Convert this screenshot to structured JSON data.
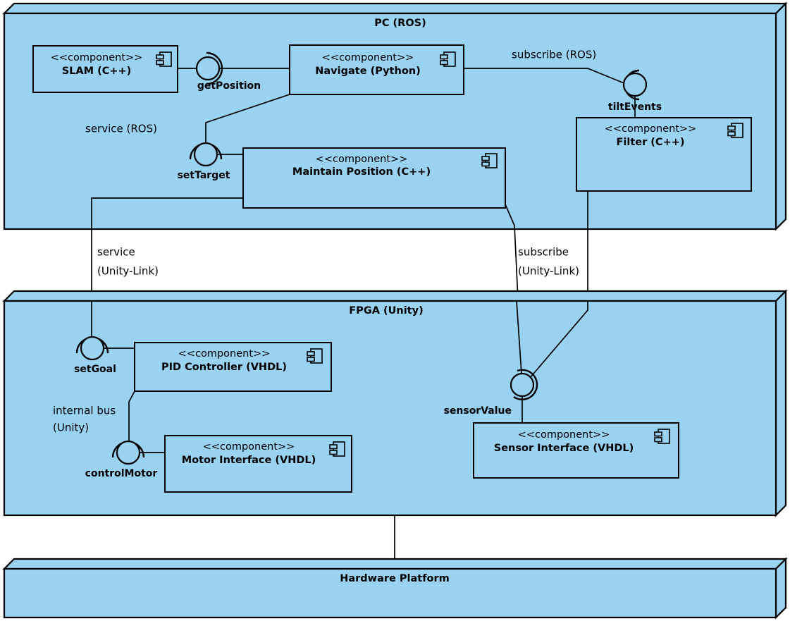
{
  "diagram": {
    "kind": "uml-component-deployment-diagram",
    "colors": {
      "node_fill": "#9ad2f2",
      "stroke": "#000000",
      "background": "#ffffff"
    },
    "stereotype": "<<component>>"
  },
  "nodes": [
    {
      "id": "pc",
      "title": "PC (ROS)"
    },
    {
      "id": "fpga",
      "title": "FPGA (Unity)"
    },
    {
      "id": "hardware",
      "title": "Hardware Platform"
    }
  ],
  "components": [
    {
      "id": "slam",
      "stereotype": "<<component>>",
      "name": "SLAM (C++)",
      "node": "pc"
    },
    {
      "id": "navigate",
      "stereotype": "<<component>>",
      "name": "Navigate (Python)",
      "node": "pc"
    },
    {
      "id": "maintain",
      "stereotype": "<<component>>",
      "name": "Maintain Position (C++)",
      "node": "pc"
    },
    {
      "id": "filter",
      "stereotype": "<<component>>",
      "name": "Filter (C++)",
      "node": "pc"
    },
    {
      "id": "pid",
      "stereotype": "<<component>>",
      "name": "PID Controller (VHDL)",
      "node": "fpga"
    },
    {
      "id": "motor",
      "stereotype": "<<component>>",
      "name": "Motor Interface (VHDL)",
      "node": "fpga"
    },
    {
      "id": "sensor",
      "stereotype": "<<component>>",
      "name": "Sensor Interface (VHDL)",
      "node": "fpga"
    }
  ],
  "interfaces": [
    {
      "id": "getPosition",
      "label": "getPosition"
    },
    {
      "id": "setTarget",
      "label": "setTarget"
    },
    {
      "id": "tiltEvents",
      "label": "tiltEvents"
    },
    {
      "id": "setGoal",
      "label": "setGoal"
    },
    {
      "id": "controlMotor",
      "label": "controlMotor"
    },
    {
      "id": "sensorValue",
      "label": "sensorValue"
    }
  ],
  "connector_labels": [
    {
      "id": "service_ros",
      "line1": "service (ROS)",
      "line2": ""
    },
    {
      "id": "subscribe_ros",
      "line1": "subscribe (ROS)",
      "line2": ""
    },
    {
      "id": "service_unity",
      "line1": "service",
      "line2": "(Unity-Link)"
    },
    {
      "id": "subscribe_unity",
      "line1": "subscribe",
      "line2": "(Unity-Link)"
    },
    {
      "id": "internal_bus_unity",
      "line1": "internal bus",
      "line2": "(Unity)"
    }
  ]
}
